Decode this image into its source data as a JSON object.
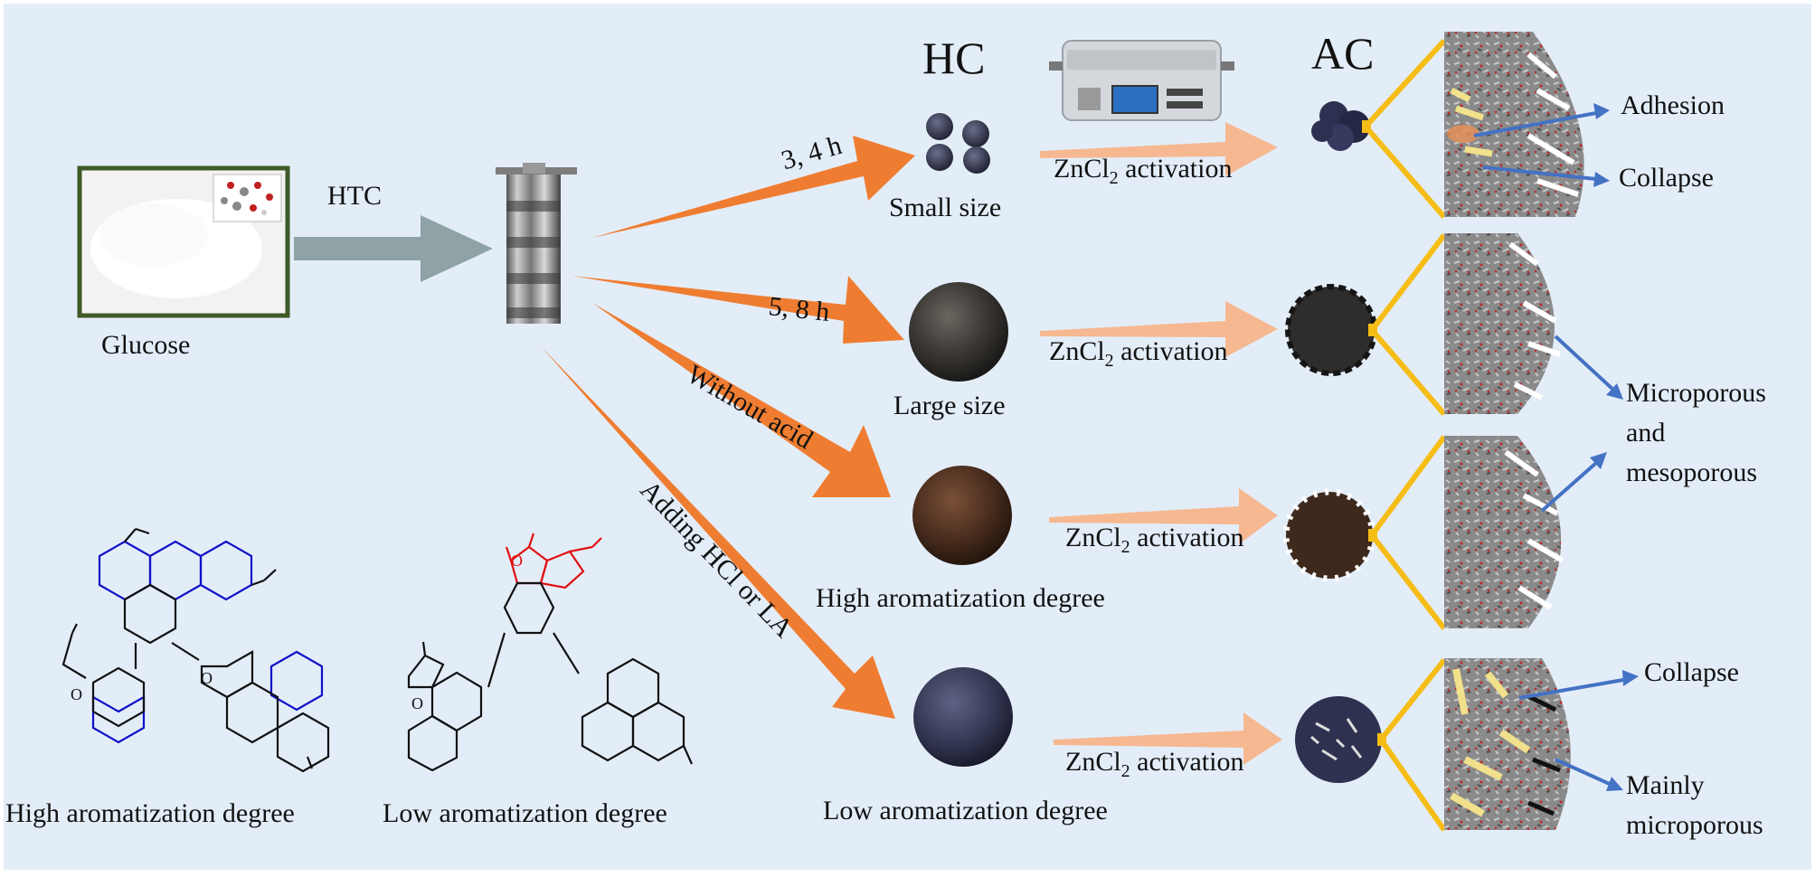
{
  "glucose_label": "Glucose",
  "htc_label": "HTC",
  "hc_title": "HC",
  "ac_title": "AC",
  "routes": {
    "r1": "3, 4 h",
    "r2": "5, 8 h",
    "r3": "Without acid",
    "r4": "Adding HCl or LA"
  },
  "products": {
    "small_size": "Small size",
    "large_size": "Large size",
    "high_arom": "High aromatization degree",
    "low_arom": "Low aromatization degree"
  },
  "activation": {
    "prefix": "ZnCl",
    "subscript": "2",
    "suffix": " activation"
  },
  "callouts": {
    "adhesion": "Adhesion",
    "collapse_top": "Collapse",
    "microporous": "Microporous",
    "and": "and",
    "mesoporous": "mesoporous",
    "collapse_bottom": "Collapse",
    "mainly": "Mainly",
    "mainly_micro": "microporous"
  },
  "structures": {
    "high_label": "High aromatization degree",
    "low_label": "Low aromatization degree",
    "atom_O": "O"
  },
  "colors": {
    "background": "#e3edf8",
    "orange_arrow": "#ef7d31",
    "light_arrow": "#f6b891",
    "gray_arrow": "#8fa3a7",
    "zoom_lines": "#f5bd16",
    "callout_arrow": "#4472c4",
    "aromatic_blue": "#1010c8",
    "furan_red": "#e01010"
  }
}
